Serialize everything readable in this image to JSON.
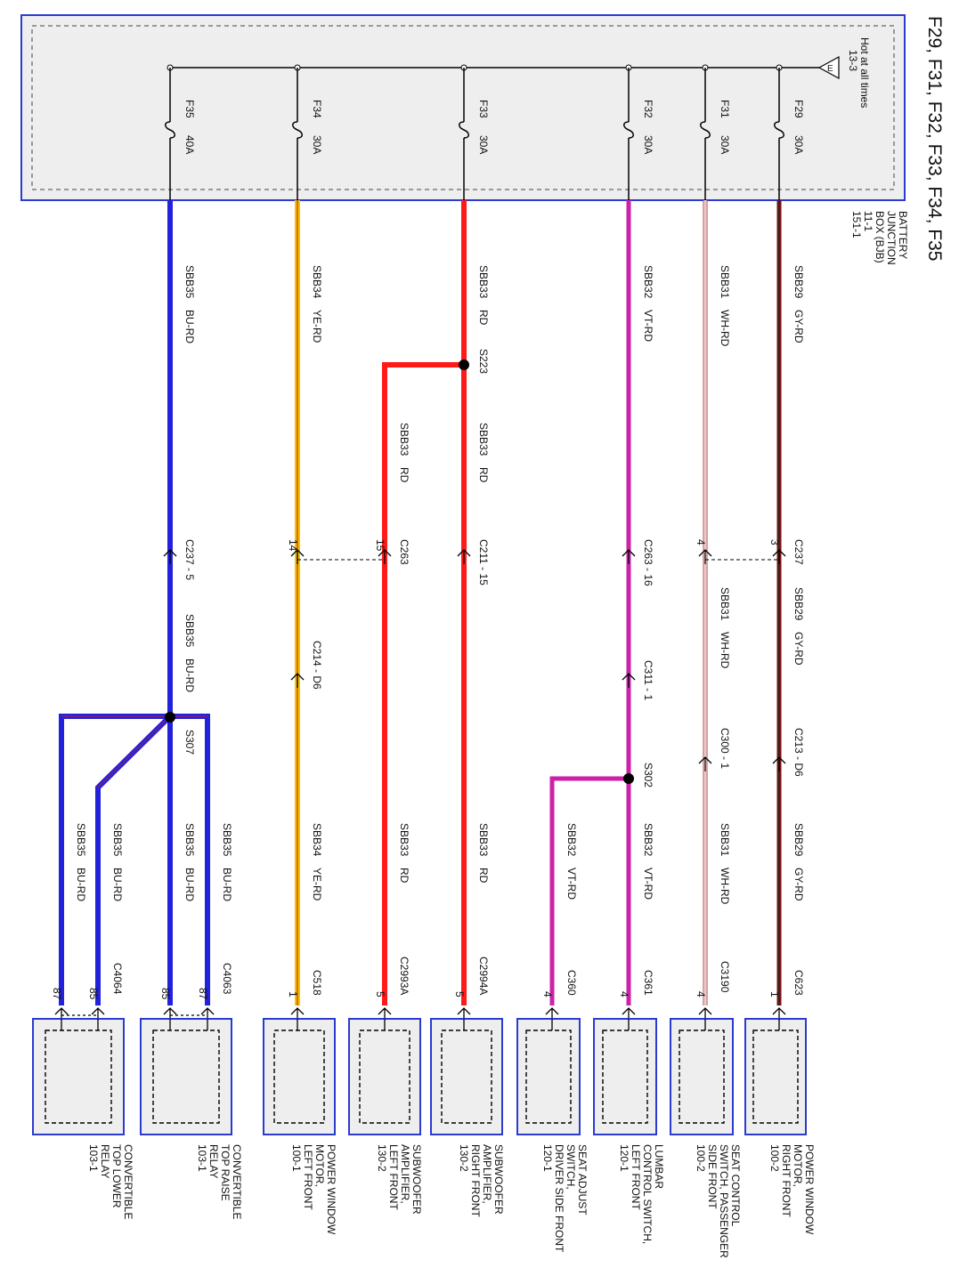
{
  "page_title": "F29, F31, F32, F33, F34, F35",
  "source": {
    "symbol": "E",
    "lines": [
      "Hot at all times",
      "13-3"
    ]
  },
  "bjb_label": [
    "BATTERY",
    "JUNCTION",
    "BOX (BJB)",
    "11-1",
    "151-1"
  ],
  "fuses": [
    {
      "id": "F29",
      "rating": "30A"
    },
    {
      "id": "F31",
      "rating": "30A"
    },
    {
      "id": "F32",
      "rating": "30A"
    },
    {
      "id": "F33",
      "rating": "30A"
    },
    {
      "id": "F34",
      "rating": "30A"
    },
    {
      "id": "F35",
      "rating": "40A"
    }
  ],
  "circuits": [
    {
      "code": "SBB29",
      "color_code": "GY-RD",
      "wire_main": "#7a1010",
      "wire_stripe": "#2a2a2a"
    },
    {
      "code": "SBB31",
      "color_code": "WH-RD",
      "wire_main": "#ffffff",
      "wire_stripe": "#b04040"
    },
    {
      "code": "SBB32",
      "color_code": "VT-RD",
      "wire_main": "#cc22aa",
      "wire_stripe": "#cc22aa"
    },
    {
      "code": "SBB33",
      "color_code": "RD",
      "wire_main": "#ff1a1a",
      "wire_stripe": "#ff1a1a"
    },
    {
      "code": "SBB34",
      "color_code": "YE-RD",
      "wire_main": "#f5c400",
      "wire_stripe": "#d03010"
    },
    {
      "code": "SBB35",
      "color_code": "BU-RD",
      "wire_main": "#2222dd",
      "wire_stripe": "#8a1a6a"
    }
  ],
  "splices": [
    "S223",
    "S302",
    "S307"
  ],
  "connectors": {
    "c237": "C237",
    "c237_pins": [
      "3",
      "4"
    ],
    "c263_16": "C263 - 16",
    "c311_1": "C311 - 1",
    "c300_1": "C300 - 1",
    "c213_d6": "C213 - D6",
    "c211_15": "C211 - 15",
    "c263": "C263",
    "c263_pins": [
      "15",
      "14"
    ],
    "c214_d6": "C214 - D6",
    "c237_5": "C237 - 5"
  },
  "components": [
    {
      "connector": "C623",
      "pin": "1",
      "name": [
        "POWER WINDOW",
        "MOTOR,",
        "RIGHT FRONT",
        "100-2"
      ]
    },
    {
      "connector": "C3190",
      "pin": "4",
      "name": [
        "SEAT CONTROL",
        "SWITCH, PASSENGER",
        "SIDE FRONT",
        "100-2"
      ]
    },
    {
      "connector": "C361",
      "pin": "4",
      "name": [
        "LUMBAR",
        "CONTROL SWITCH,",
        "LEFT FRONT",
        "120-1"
      ]
    },
    {
      "connector": "C360",
      "pin": "4",
      "name": [
        "SEAT ADJUST",
        "SWITCH,",
        "DRIVER SIDE FRONT",
        "120-1"
      ]
    },
    {
      "connector": "C2994A",
      "pin": "5",
      "name": [
        "SUBWOOFER",
        "AMPLIFIER,",
        "RIGHT FRONT",
        "130-2"
      ]
    },
    {
      "connector": "C2993A",
      "pin": "5",
      "name": [
        "SUBWOOFER",
        "AMPLIFIER,",
        "LEFT FRONT",
        "130-2"
      ]
    },
    {
      "connector": "C518",
      "pin": "1",
      "name": [
        "POWER WINDOW",
        "MOTOR,",
        "LEFT FRONT",
        "100-1"
      ]
    },
    {
      "connector": "C4063",
      "pins": [
        "87",
        "85"
      ],
      "name": [
        "CONVERTIBLE",
        "TOP RAISE",
        "RELAY",
        "103-1"
      ]
    },
    {
      "connector": "C4064",
      "pins": [
        "85",
        "87"
      ],
      "name": [
        "CONVERTIBLE",
        "TOP LOWER",
        "RELAY",
        "103-1"
      ]
    }
  ]
}
